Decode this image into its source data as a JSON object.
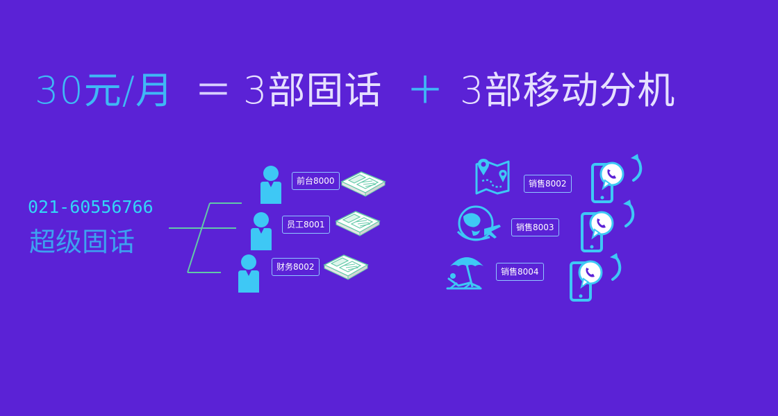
{
  "headline": {
    "price": "30元/月",
    "equals": "＝",
    "fixed_phones": "3部固话",
    "plus": "＋",
    "mobile_extensions": "3部移动分机"
  },
  "main_line": {
    "number": "021-60556766",
    "label": "超级固话"
  },
  "fixed_extensions": [
    {
      "label": "前台8000"
    },
    {
      "label": "员工8001"
    },
    {
      "label": "财务8002"
    }
  ],
  "mobile_extensions": [
    {
      "label": "销售8002",
      "scene_icon": "map-pin-icon"
    },
    {
      "label": "销售8003",
      "scene_icon": "globe-airplane-icon"
    },
    {
      "label": "销售8004",
      "scene_icon": "beach-umbrella-icon"
    }
  ],
  "icons": {
    "person": "person-icon",
    "desk_phone": "desk-phone-icon",
    "mobile_phone": "mobile-phone-icon",
    "arrow": "curved-arrow-icon"
  },
  "colors": {
    "background": "#5b22d6",
    "accent_cyan": "#33d6f7",
    "accent_blue": "#3fb8f5",
    "line_green": "#62c9a8"
  }
}
